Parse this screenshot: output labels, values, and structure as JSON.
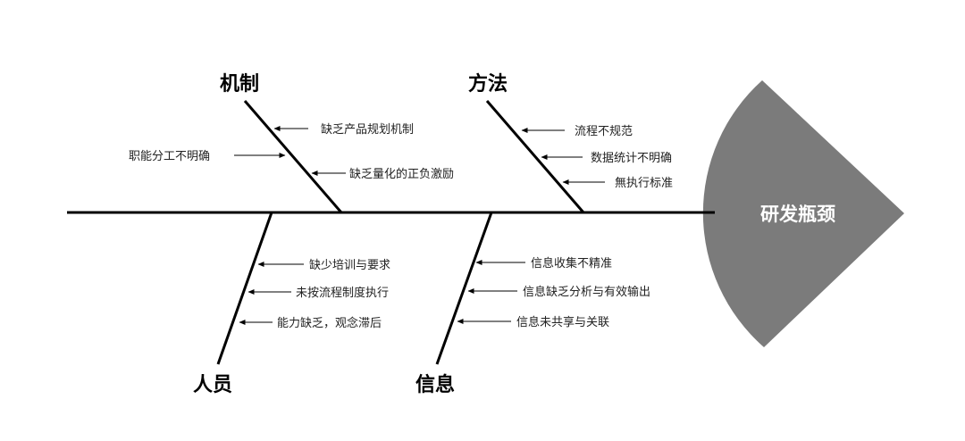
{
  "title": "研发瓶颈",
  "colors": {
    "head_fill": "#7b7b7b",
    "line": "#000000",
    "head_text": "#ffffff"
  },
  "categories": {
    "mechanism": {
      "label": "机制",
      "causes": [
        "缺乏产品规划机制",
        "职能分工不明确",
        "缺乏量化的正负激励"
      ]
    },
    "method": {
      "label": "方法",
      "causes": [
        "流程不规范",
        "数据统计不明确",
        "無执行标准"
      ]
    },
    "people": {
      "label": "人员",
      "causes": [
        "缺少培训与要求",
        "未按流程制度执行",
        "能力缺乏，观念滞后"
      ]
    },
    "information": {
      "label": "信息",
      "causes": [
        "信息收集不精准",
        "信息缺乏分析与有效输出",
        "信息未共享与关联"
      ]
    }
  }
}
